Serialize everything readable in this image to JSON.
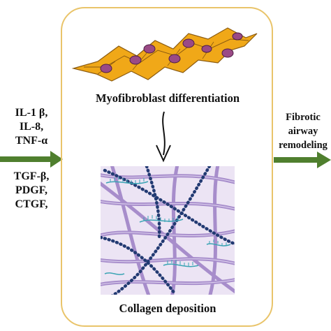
{
  "center": {
    "top_label": "Myofibroblast differentiation",
    "bottom_label": "Collagen deposition"
  },
  "left_inputs": {
    "group1": [
      "IL-1 β,",
      "IL-8,",
      "TNF-α"
    ],
    "group2": [
      "TGF-β,",
      "PDGF,",
      "CTGF,"
    ]
  },
  "right_output": {
    "lines": [
      "Fibrotic",
      "airway",
      "remodeling"
    ]
  },
  "colors": {
    "box_border": "#e9c46a",
    "arrow_green": "#4f7f2e",
    "cell_fill": "#f0a818",
    "nucleus": "#9a4a86",
    "collagen_bg": "#ece4f4",
    "collagen_fiber": "#9b7ec4",
    "dotted_strand": "#223a72",
    "teal_strand": "#3aa4b4"
  }
}
